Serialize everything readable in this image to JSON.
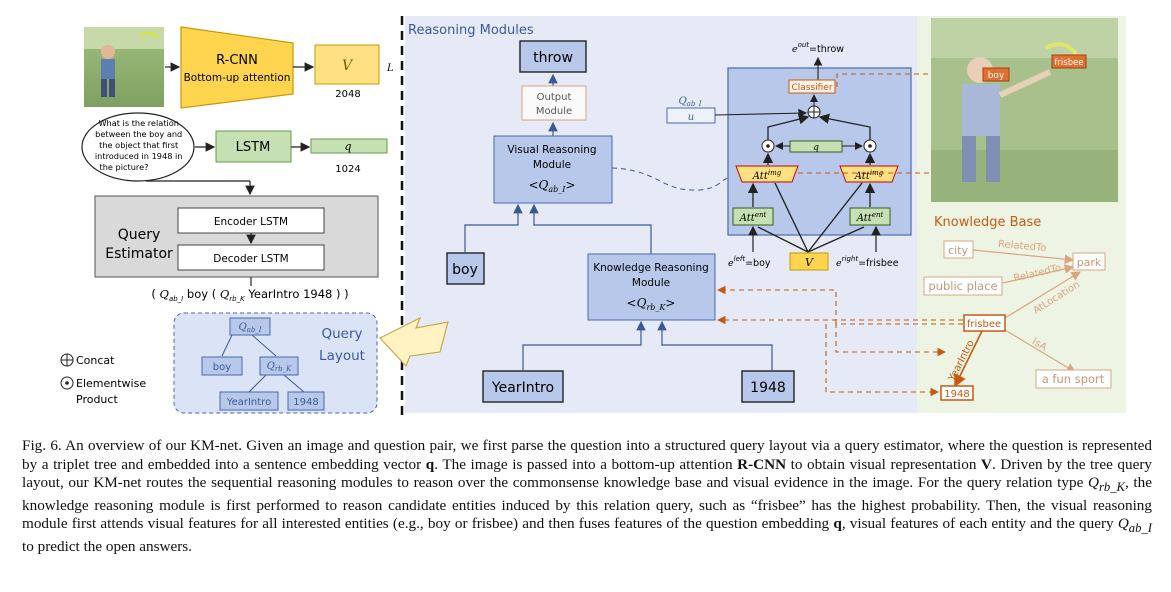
{
  "left": {
    "rcnn_title": "R-CNN",
    "rcnn_sub": "Bottom-up attention",
    "v_label": "V",
    "l_label": "L",
    "v_dim": "2048",
    "question": [
      "What is the relation",
      "between the boy and",
      "the object that first",
      "introduced in 1948 in",
      "the picture?"
    ],
    "lstm": "LSTM",
    "q_label": "q",
    "q_dim": "1024",
    "estimator_label": [
      "Query",
      "Estimator"
    ],
    "encoder": "Encoder LSTM",
    "decoder": "Decoder LSTM",
    "layout_expr": "( Qab_I boy ( Qrb_K YearIntro 1948 ) )",
    "layout_title": [
      "Query",
      "Layout"
    ],
    "tree": {
      "root": "Qab_I",
      "left": "boy",
      "mid": "Qrb_K",
      "leaf1": "YearIntro",
      "leaf2": "1948"
    },
    "legend": {
      "concat": "Concat",
      "elementwise": [
        "Elementwise",
        "Product"
      ]
    }
  },
  "middle": {
    "title": "Reasoning Modules",
    "throw": "throw",
    "output_module": [
      "Output",
      "Module"
    ],
    "visual_module": [
      "Visual Reasoning",
      "Module",
      "<Qab_I>"
    ],
    "knowledge_module": [
      "Knowledge Reasoning",
      "Module",
      "<Qrb_K>"
    ],
    "boy": "boy",
    "yearintro": "YearIntro",
    "year": "1948",
    "q_ab": "Qab_I",
    "u_label": "u",
    "eout": "eout=throw",
    "classifier": "Classifier",
    "q_bar": "q",
    "att_img": "Attimg",
    "att_ent": "Attent",
    "e_left": "eleft=boy",
    "v_box": "V",
    "e_right": "eright=frisbee"
  },
  "right": {
    "photo_labels": [
      "boy",
      "frisbee"
    ],
    "kb_title": "Knowledge Base",
    "nodes": [
      "city",
      "park",
      "public place",
      "frisbee",
      "a fun sport",
      "1948"
    ],
    "edges": [
      "RelatedTo",
      "RelatedTo",
      "AtLocation",
      "IsA",
      "YearIntro"
    ]
  },
  "colors": {
    "reasoning_bg": "#e6eaf6",
    "kb_bg": "#eef4e4",
    "module_fill": "#b7c8ea",
    "module_stroke": "#4a6aa8",
    "rcnn_fill": "#ffd54f",
    "lstm_fill": "#c5e0b3",
    "kb_orange": "#c55a11"
  },
  "caption": {
    "p1": "Fig. 6.  An overview of our KM-net. Given an image and question pair, we first parse the question into a structured query layout via a query estimator, where the question is represented by a triplet tree and embedded into a sentence embedding vector ",
    "q": "q",
    "p2": ". The image is passed into a bottom-up attention ",
    "rcnn": "R-CNN",
    "p3": " to obtain visual representation ",
    "v": "V",
    "p4": ". Driven by the tree query layout, our KM-net routes the sequential reasoning modules to reason over the commonsense knowledge base and visual evidence in the image. For the query relation type ",
    "qrb": "Q",
    "qrb_sub": "rb_K",
    "p5": ", the knowledge reasoning module is first performed to reason candidate entities induced by this relation query, such as “frisbee” has the highest probability. Then, the visual reasoning module first attends visual features for all interested entities (e.g., boy or frisbee) and then fuses features of the question embedding ",
    "q2": "q",
    "p6": ", visual features of each entity and the query ",
    "qab": "Q",
    "qab_sub": "ab_I",
    "p7": " to predict the open answers."
  }
}
